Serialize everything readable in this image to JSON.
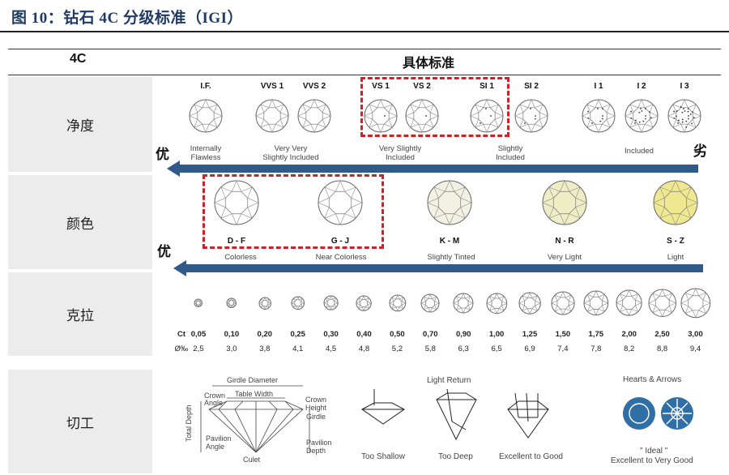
{
  "title": "图 10：钻石 4C 分级标准（IGI）",
  "header": {
    "col1": "4C",
    "col2": "具体标准"
  },
  "rows": {
    "clarity": "净度",
    "color": "颜色",
    "carat": "克拉",
    "cut": "切工"
  },
  "side_labels": {
    "best": "优",
    "worst": "劣"
  },
  "clarity": {
    "grades": [
      "I.F.",
      "VVS 1",
      "VVS 2",
      "VS 1",
      "VS 2",
      "SI 1",
      "SI 2",
      "I 1",
      "I 2",
      "I 3"
    ],
    "descriptions": {
      "if": [
        "Internally",
        "Flawless"
      ],
      "vvs": [
        "Very Very",
        "Slightly Included"
      ],
      "vs": [
        "Very Slightly",
        "Included"
      ],
      "si": [
        "Slightly",
        "Included"
      ],
      "i": "Included"
    }
  },
  "color": {
    "grades": [
      "D - F",
      "G - J",
      "K - M",
      "N - R",
      "S - Z"
    ],
    "descriptions": [
      "Colorless",
      "Near Colorless",
      "Slightly Tinted",
      "Very Light",
      "Light"
    ],
    "fills": [
      "#ffffff",
      "#ffffff",
      "#f3f2e2",
      "#efedc6",
      "#f0e890"
    ]
  },
  "carat": {
    "ct_label": "Ct",
    "mm_label": "Ø‰",
    "ct": [
      "0,05",
      "0,10",
      "0,20",
      "0,25",
      "0,30",
      "0,40",
      "0,50",
      "0,70",
      "0,90",
      "1,00",
      "1,25",
      "1,50",
      "1,75",
      "2,00",
      "2,50",
      "3,00"
    ],
    "mm": [
      "2,5",
      "3,0",
      "3,8",
      "4,1",
      "4,5",
      "4,8",
      "5,2",
      "5,8",
      "6,3",
      "6,5",
      "6,9",
      "7,4",
      "7,8",
      "8,2",
      "8,8",
      "9,4"
    ]
  },
  "cut": {
    "anatomy": {
      "girdle_diameter": "Girdle Diameter",
      "table_width": "Table Width",
      "crown_angle": [
        "Crown",
        "Angle"
      ],
      "crown_height": [
        "Crown",
        "Height"
      ],
      "girdle": "Girdle",
      "total_depth": "Total Depth",
      "pavilion_angle": [
        "Pavilion",
        "Angle"
      ],
      "pavilion_depth": [
        "Pavilion",
        "Depth"
      ],
      "culet": "Culet"
    },
    "light_return": "Light Return",
    "too_shallow": "Too Shallow",
    "too_deep": "Too Deep",
    "excellent_good": "Excellent to Good",
    "hearts_arrows": "Hearts & Arrows",
    "ideal": "\" Ideal \"",
    "excellent_very_good": "Excellent to Very Good"
  },
  "colors": {
    "title": "#1f3b64",
    "arrow": "#2f5a8a",
    "highlight": "#c9242b",
    "label_bg": "#ececec"
  }
}
